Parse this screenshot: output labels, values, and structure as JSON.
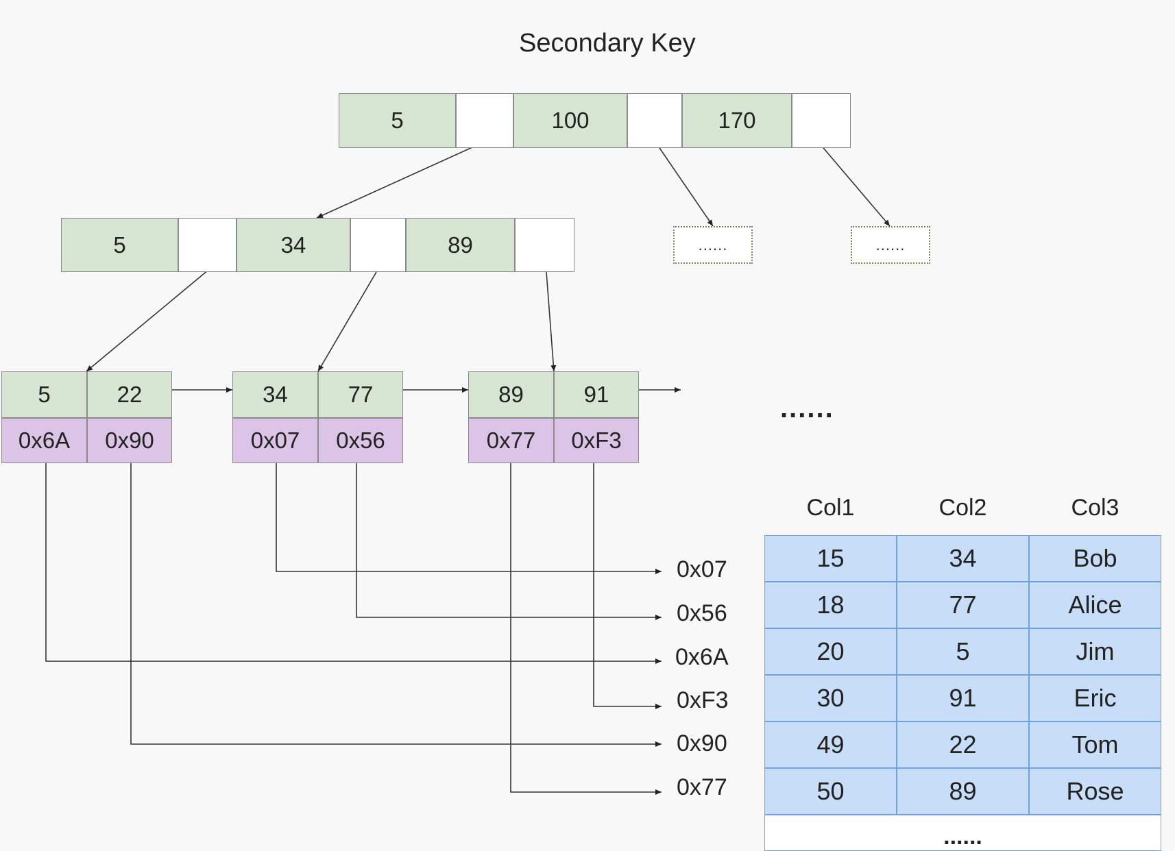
{
  "title": "Secondary Key",
  "root": {
    "keys": [
      "5",
      "100",
      "170"
    ]
  },
  "level2": {
    "keys": [
      "5",
      "34",
      "89"
    ]
  },
  "stubs": [
    "......",
    "......"
  ],
  "leaves": [
    {
      "keys": [
        "5",
        "22"
      ],
      "addrs": [
        "0x6A",
        "0x90"
      ]
    },
    {
      "keys": [
        "34",
        "77"
      ],
      "addrs": [
        "0x07",
        "0x56"
      ]
    },
    {
      "keys": [
        "89",
        "91"
      ],
      "addrs": [
        "0x77",
        "0xF3"
      ]
    }
  ],
  "leaf_more": "......",
  "row_addresses": [
    "0x07",
    "0x56",
    "0x6A",
    "0xF3",
    "0x90",
    "0x77"
  ],
  "table": {
    "columns": [
      "Col1",
      "Col2",
      "Col3"
    ],
    "rows": [
      [
        "15",
        "34",
        "Bob"
      ],
      [
        "18",
        "77",
        "Alice"
      ],
      [
        "20",
        "5",
        "Jim"
      ],
      [
        "30",
        "91",
        "Eric"
      ],
      [
        "49",
        "22",
        "Tom"
      ],
      [
        "50",
        "89",
        "Rose"
      ]
    ],
    "footer": "......"
  }
}
